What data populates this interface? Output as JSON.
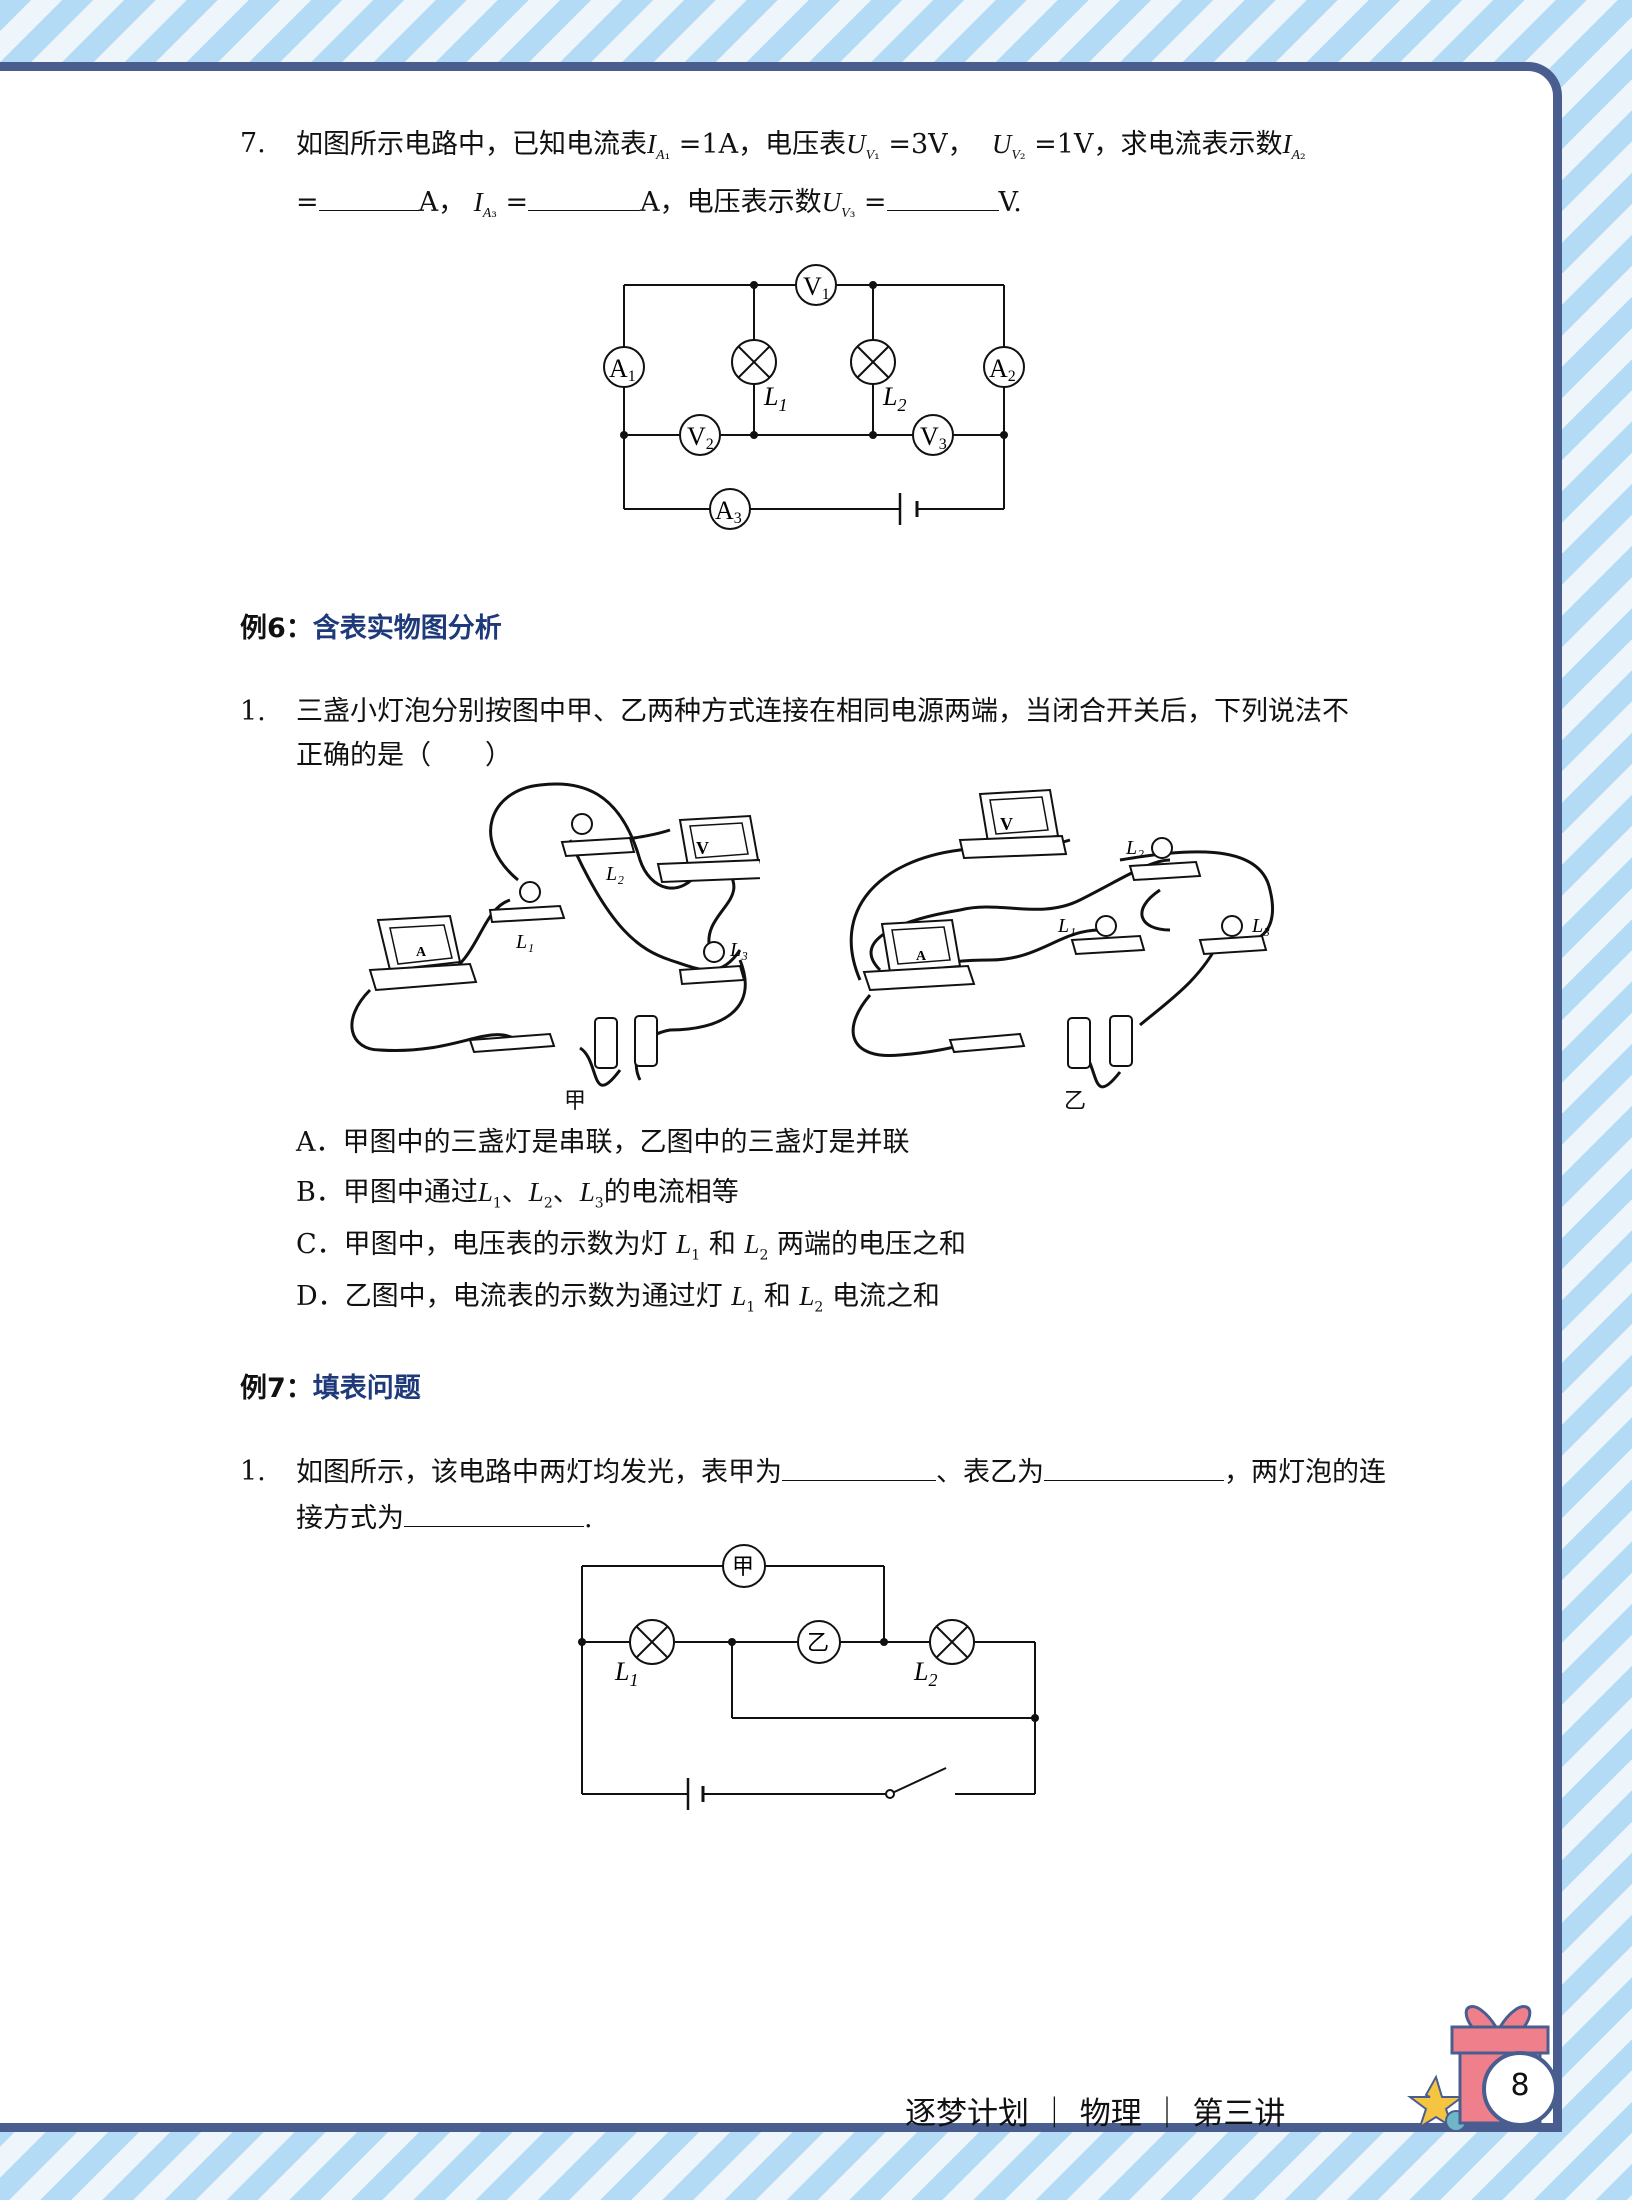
{
  "q7": {
    "number": "7.",
    "line1_a": "如图所示电路中，已知电流表",
    "ia1": "=1A，电压表",
    "uv1": "=3V，",
    "uv2": "=1V，求电流表示数",
    "line2_a": "=",
    "line2_b": "A，",
    "line2_c": "=",
    "line2_d": "A，电压表示数",
    "line2_e": "=",
    "line2_f": "V."
  },
  "circuit1": {
    "meters": [
      "V1",
      "A1",
      "A2",
      "V2",
      "V3",
      "A3"
    ],
    "lamps": [
      "L1",
      "L2"
    ]
  },
  "ex6": {
    "label": "例6：",
    "title": "含表实物图分析"
  },
  "q6_1": {
    "number": "1.",
    "line1": "三盏小灯泡分别按图中甲、乙两种方式连接在相同电源两端，当闭合开关后，下列说法不",
    "line2": "正确的是（　　）",
    "fig_left": "甲",
    "fig_right": "乙",
    "lamp_labels": [
      "L₁",
      "L₂",
      "L₃"
    ],
    "meter_labels": [
      "A",
      "V"
    ],
    "options": {
      "A": "A．甲图中的三盏灯是串联，乙图中的三盏灯是并联",
      "B_pre": "B．甲图中通过",
      "B_post": "的电流相等",
      "C_pre": "C．甲图中，电压表的示数为灯",
      "C_mid": "和",
      "C_post": "两端的电压之和",
      "D_pre": "D．乙图中，电流表的示数为通过灯",
      "D_mid": "和",
      "D_post": "电流之和"
    }
  },
  "ex7": {
    "label": "例7：",
    "title": "填表问题"
  },
  "q7_1": {
    "number": "1.",
    "line1_a": "如图所示，该电路中两灯均发光，表甲为",
    "line1_b": "、表乙为",
    "line1_c": "，两灯泡的连",
    "line2_a": "接方式为",
    "line2_b": ".",
    "meter1": "甲",
    "meter2": "乙",
    "lamps": [
      "L1",
      "L2"
    ]
  },
  "footer": {
    "text": "逐梦计划 ｜ 物理 ｜ 第三讲",
    "page": "8"
  }
}
